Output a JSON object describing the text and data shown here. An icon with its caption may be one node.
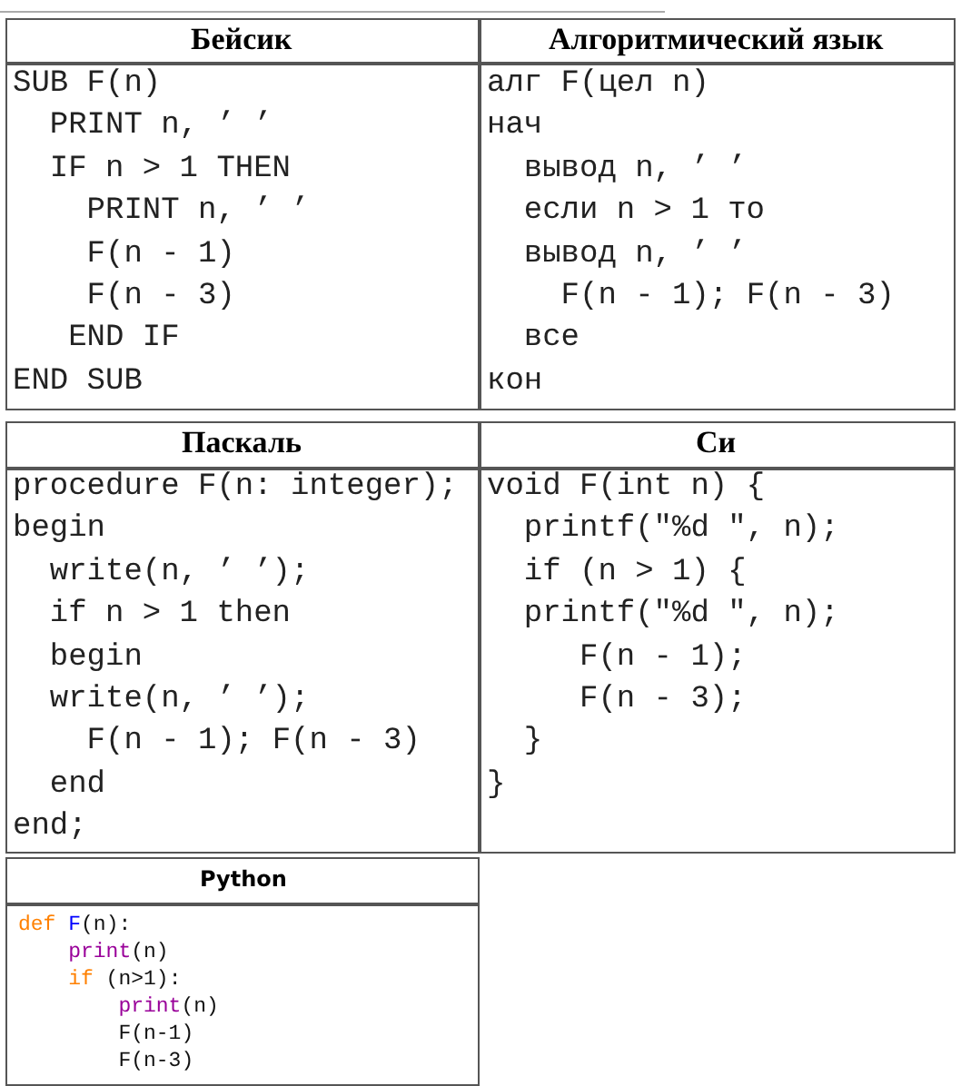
{
  "diagram": {
    "labels": [
      "Бейсик",
      "Алгоритмический язык",
      "SUB F(n)",
      "PRINT n, ’ ’",
      "IF n > 1 THEN",
      "PRINT n, ’ ’",
      "F(n - 1)",
      "F(n - 3)",
      "END IF",
      "END SUB",
      "алг F(цел n)",
      "нач",
      "вывод n, ’ ’",
      "если n > 1 то",
      "вывод n, ’ ’",
      "F(n - 1); F(n - 3)",
      "все",
      "кон",
      "Паскаль",
      "Си",
      "procedure F(n: integer);",
      "begin",
      "write(n, ’ ’);",
      "if n > 1 then",
      "begin",
      "write(n, ’ ’);",
      "F(n - 1); F(n - 3)",
      "end",
      "end;",
      "void F(int n) {",
      "printf(\"%d \", n);",
      "if (n > 1) {",
      "printf(\"%d \", n);",
      "F(n - 1);",
      "F(n - 3);",
      "}",
      "}",
      "Python",
      "def F(n):",
      "print(n)",
      "if (n>1):",
      "print(n)",
      "F(n-1)",
      "F(n-3)"
    ]
  }
}
